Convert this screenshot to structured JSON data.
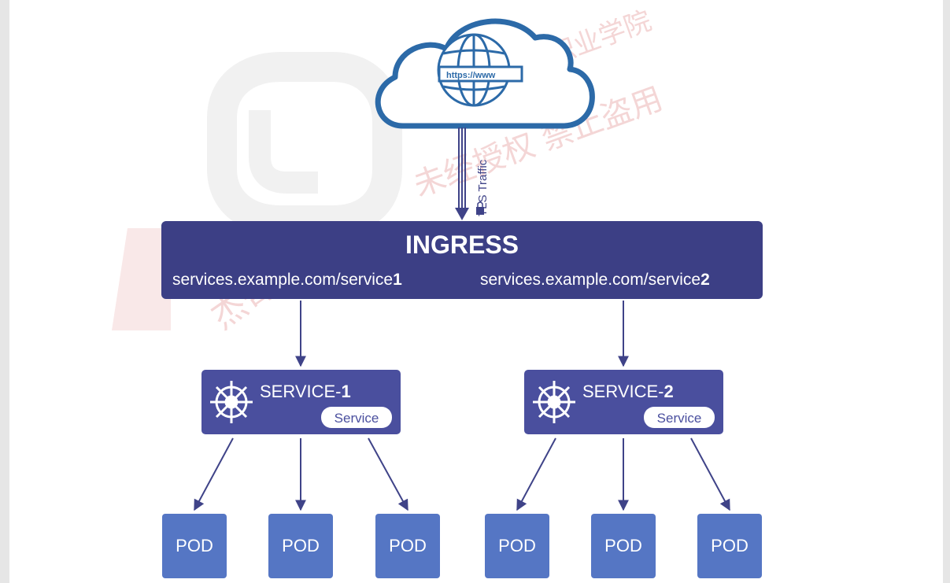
{
  "cloud": {
    "url_label": "https://www"
  },
  "tls": {
    "label": "TLS Traffic"
  },
  "ingress": {
    "title": "INGRESS",
    "routes": [
      {
        "prefix": "services.example.com/service",
        "num": "1"
      },
      {
        "prefix": "services.example.com/service",
        "num": "2"
      }
    ]
  },
  "services": [
    {
      "name": "SERVICE-",
      "num": "1",
      "badge": "Service",
      "pods": [
        "POD",
        "POD",
        "POD"
      ]
    },
    {
      "name": "SERVICE-",
      "num": "2",
      "badge": "Service",
      "pods": [
        "POD",
        "POD",
        "POD"
      ]
    }
  ],
  "watermark": {
    "line1": "职业学院",
    "line2": "未经授权 禁止盗用",
    "line3": "杰哥原创"
  },
  "colors": {
    "ingress": "#3c3f85",
    "service": "#4a4f9e",
    "pod": "#5576c4",
    "arrow": "#3f4388",
    "cloud_stroke": "#2c6aa8"
  }
}
